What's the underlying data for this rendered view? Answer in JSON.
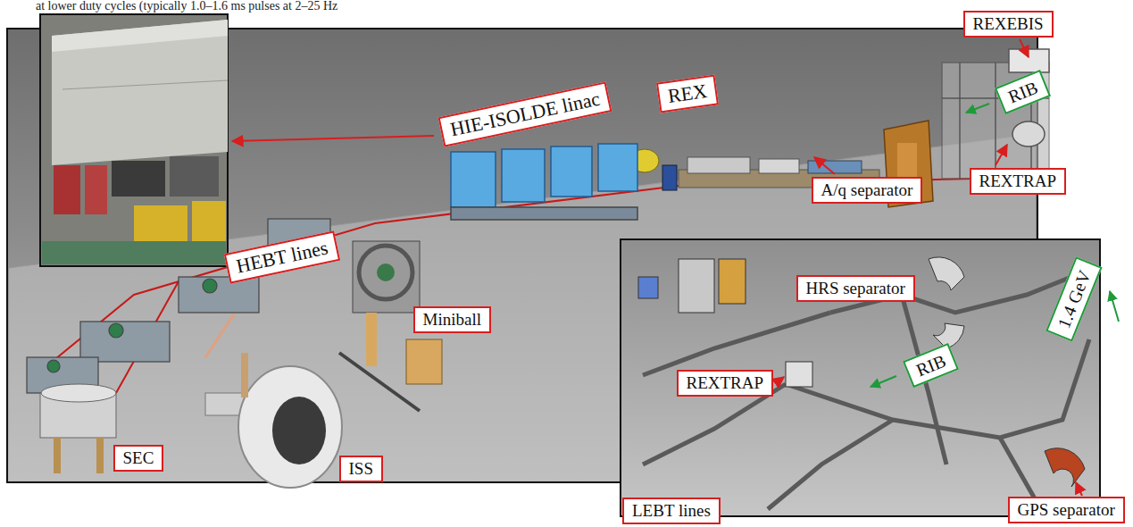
{
  "diagram": {
    "nodes": [
      {
        "text": [
          "REXEBIS"
        ]
      },
      {
        "text": [
          "REX"
        ]
      },
      {
        "text": [
          "HIE-ISOLDE linac"
        ]
      },
      {
        "text": [
          "RIB"
        ]
      },
      {
        "text": [
          "HEBT lines"
        ]
      },
      {
        "text": [
          "A/q separator"
        ]
      },
      {
        "text": [
          "REXTRAP"
        ]
      },
      {
        "text": [
          "Miniball"
        ]
      },
      {
        "text": [
          "SEC"
        ]
      },
      {
        "text": [
          "ISS"
        ]
      },
      {
        "text": [
          "HRS separator"
        ]
      },
      {
        "text": [
          "1.4 GeV"
        ]
      },
      {
        "text": [
          "RIB"
        ]
      },
      {
        "text": [
          "REXTRAP"
        ]
      },
      {
        "text": [
          "GPS separator"
        ]
      },
      {
        "text": [
          "LEBT lines"
        ]
      }
    ],
    "labels": [
      "at lower duty cycles (typically 1.0–1.6 ms pulses at 2–25 Hz"
    ]
  }
}
